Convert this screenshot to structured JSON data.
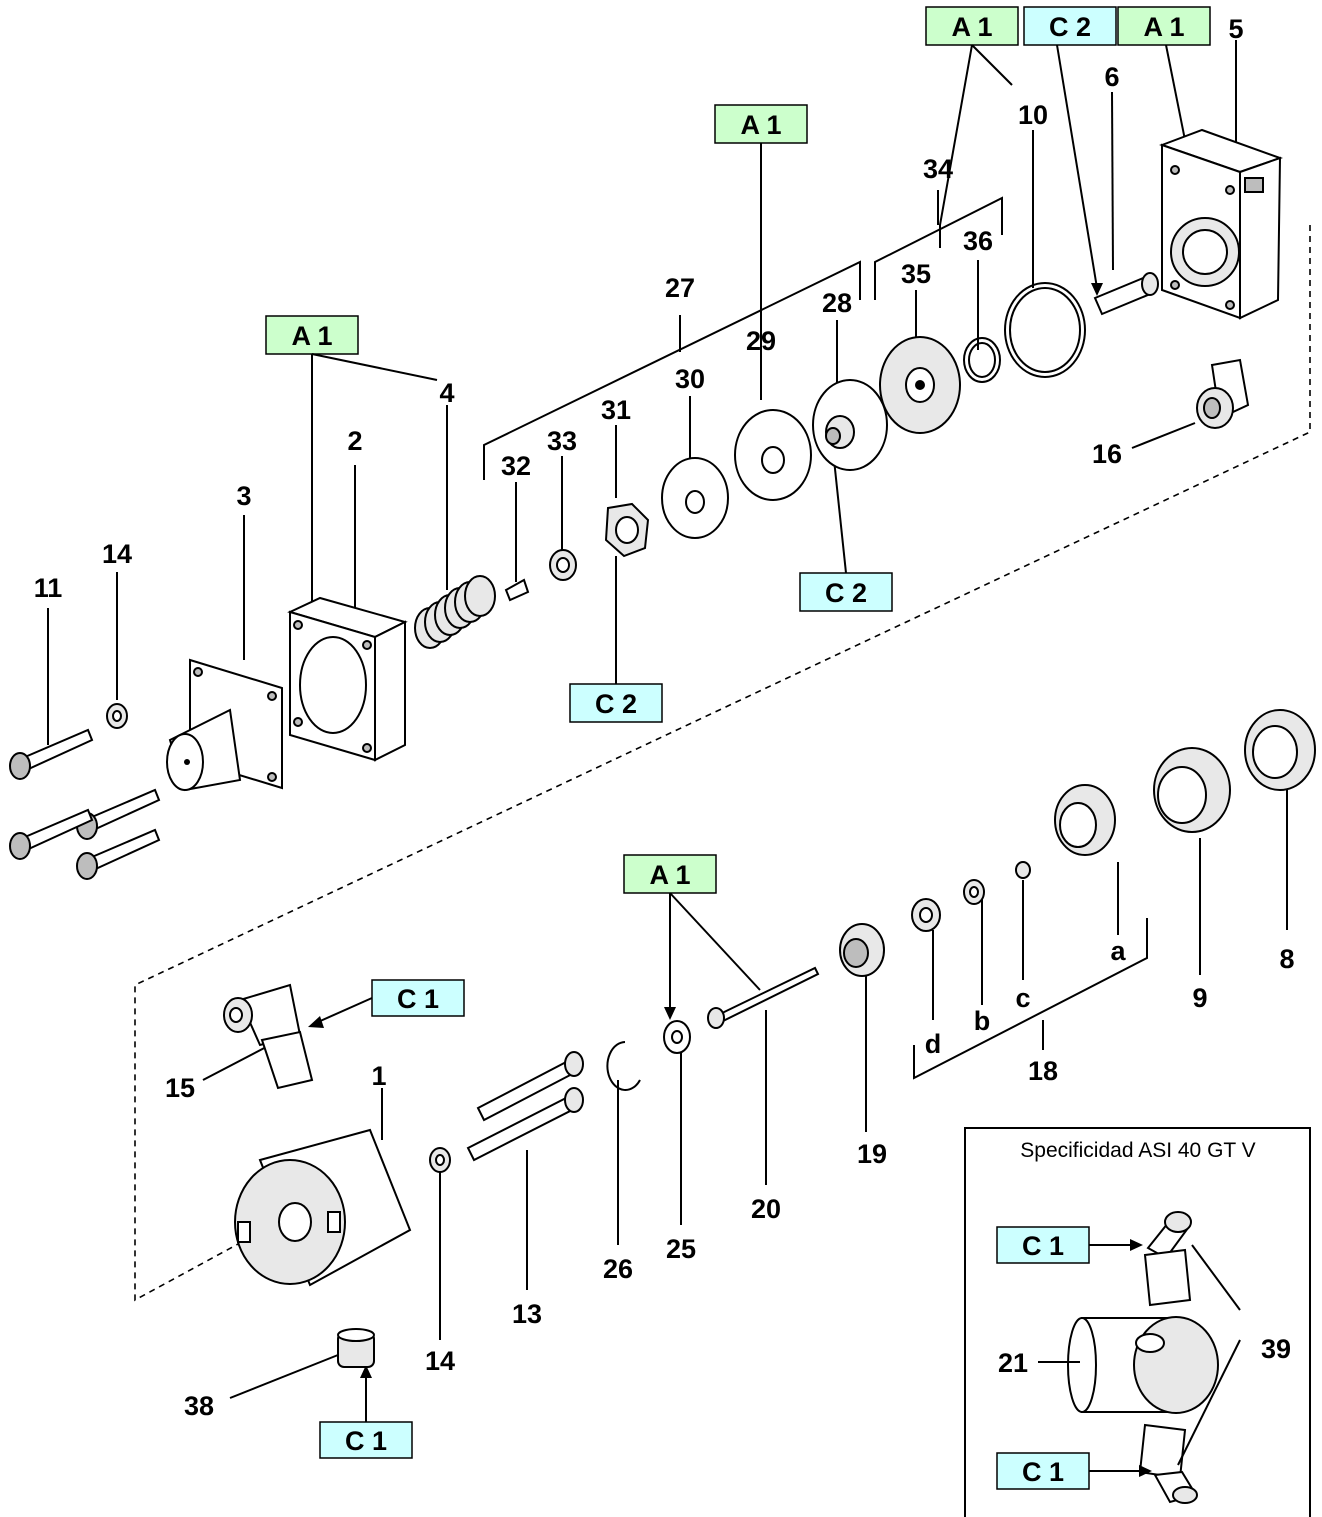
{
  "tags": {
    "top_a1_left": "A 1",
    "top_c2": "C 2",
    "top_a1_right": "A 1",
    "a1_29": "A 1",
    "a1_4": "A 1",
    "c2_31": "C 2",
    "c2_28": "C 2",
    "a1_25": "A 1",
    "c1_15": "C 1",
    "c1_38": "C 1",
    "inset_c1_top": "C 1",
    "inset_c1_bottom": "C 1"
  },
  "tag_colors": {
    "A": "#ccffcc",
    "C": "#ccffff"
  },
  "part_numbers": {
    "p1": "1",
    "p2": "2",
    "p3": "3",
    "p4": "4",
    "p5": "5",
    "p6": "6",
    "p8": "8",
    "p9": "9",
    "p10": "10",
    "p11": "11",
    "p13": "13",
    "p14a": "14",
    "p14b": "14",
    "p15": "15",
    "p16": "16",
    "p18": "18",
    "p19": "19",
    "p20": "20",
    "p21": "21",
    "p25": "25",
    "p26": "26",
    "p27": "27",
    "p28": "28",
    "p29": "29",
    "p30": "30",
    "p31": "31",
    "p32": "32",
    "p33": "33",
    "p34": "34",
    "p35": "35",
    "p36": "36",
    "p38": "38",
    "p39": "39",
    "la": "a",
    "lb": "b",
    "lc": "c",
    "ld": "d"
  },
  "inset": {
    "title": "Specificidad ASI 40 GT V"
  }
}
